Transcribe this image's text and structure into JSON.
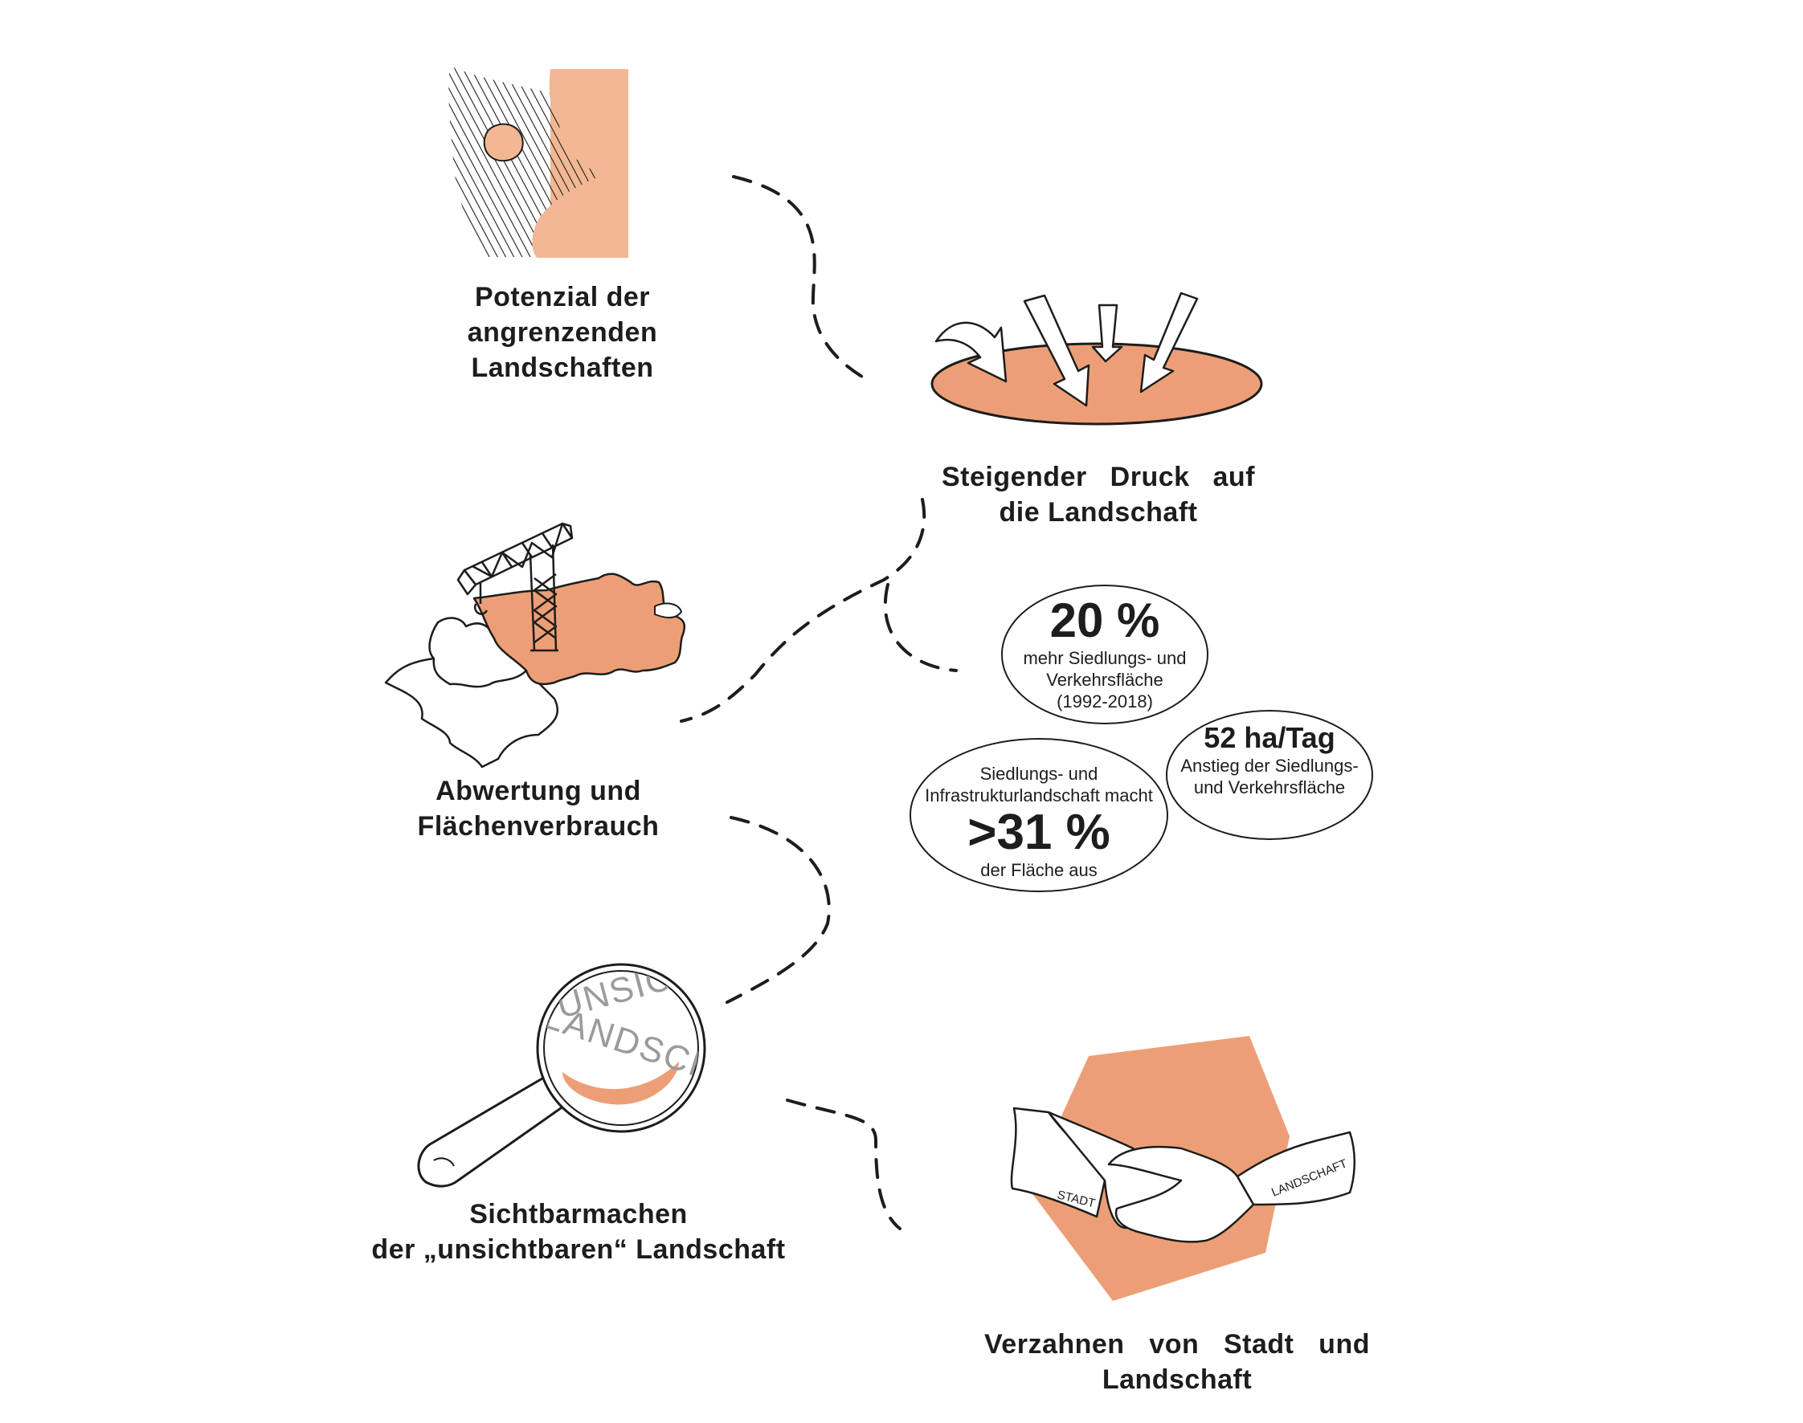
{
  "accent_color": "#ec9f77",
  "accent_light": "#f2b893",
  "steps": [
    {
      "id": "potenzial",
      "lines": [
        "Potenzial der",
        "angrenzenden",
        "Landschaften"
      ]
    },
    {
      "id": "druck",
      "lines": [
        "Steigender Druck auf",
        "die Landschaft"
      ]
    },
    {
      "id": "abwertung",
      "lines": [
        "Abwertung und",
        "Flächenverbrauch"
      ]
    },
    {
      "id": "sichtbar",
      "lines": [
        "Sichtbarmachen",
        "der „unsichtbaren“ Landschaft"
      ]
    },
    {
      "id": "verzahnen",
      "lines": [
        "Verzahnen von Stadt und",
        "Landschaft"
      ]
    }
  ],
  "stats": {
    "a": {
      "value": "20 %",
      "lines": [
        "mehr Siedlungs- und",
        "Verkehrsfläche",
        "(1992-2018)"
      ]
    },
    "b": {
      "value": "52 ha/Tag",
      "lines": [
        "Anstieg der Siedlungs-",
        "und Verkehrsfläche"
      ]
    },
    "c": {
      "top_lines": [
        "Siedlungs- und",
        "Infrastrukturlandschaft macht"
      ],
      "value": ">31 %",
      "bottom": "der Fläche aus"
    }
  },
  "magnifier_text": {
    "line1": "UNSICHTBARE",
    "line2": "LANDSCHAFT"
  },
  "handshake_text": {
    "left": "STADT",
    "right": "LANDSCHAFT"
  },
  "icons": [
    "landscape-hatch-icon",
    "pressure-arrows-icon",
    "map-crane-icon",
    "magnifier-icon",
    "handshake-icon"
  ]
}
